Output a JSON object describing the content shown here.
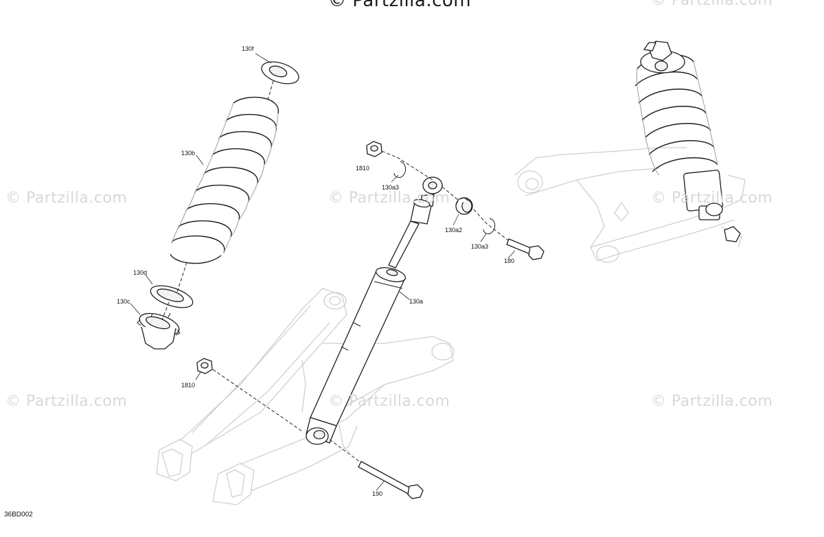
{
  "watermarks": {
    "top": "© Partzilla.com",
    "repeat": "© Partzilla.com"
  },
  "callouts": {
    "c130f": "130f",
    "c130b": "130b",
    "c130d": "130d",
    "c130c": "130c",
    "c1810_top": "1810",
    "c130a3_top": "130a3",
    "c130a2": "130a2",
    "c130a3_right": "130a3",
    "c180": "180",
    "c130a": "130a",
    "c1810_bottom": "1810",
    "c190": "190"
  },
  "diagram_code": "36BD002"
}
